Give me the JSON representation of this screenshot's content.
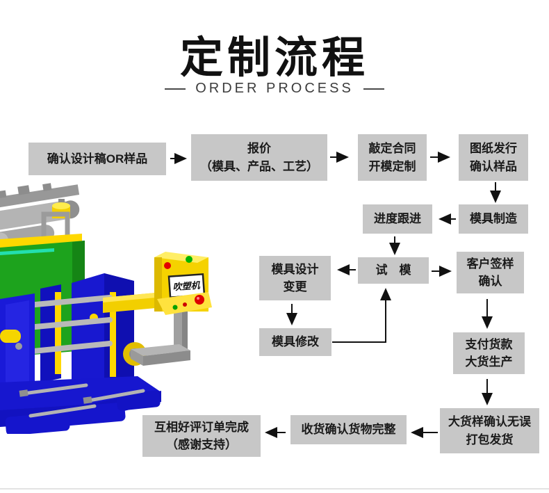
{
  "header": {
    "title": "定制流程",
    "subtitle": "ORDER PROCESS"
  },
  "machine": {
    "name": "blow-molding-machine-illustration",
    "panel_label": "吹塑机",
    "colors": {
      "body_blue": "#1717cf",
      "body_green": "#1da31d",
      "accent_yellow": "#f5d200",
      "metal_gray": "#a6a6a6",
      "panel_screen": "#ffffff",
      "button_red": "#dd0000",
      "button_green": "#00a800"
    }
  },
  "flow": {
    "box_bg": "#c7c7c7",
    "text_color": "#1a1a1a",
    "arrow_color": "#111111",
    "boxes": {
      "confirm_design": {
        "line1": "确认设计稿OR样品"
      },
      "quote": {
        "line1": "报价",
        "line2": "（模具、产品、工艺）"
      },
      "contract": {
        "line1": "敲定合同",
        "line2": "开模定制"
      },
      "drawing": {
        "line1": "图纸发行",
        "line2": "确认样品"
      },
      "progress": {
        "line1": "进度跟进"
      },
      "mold_make": {
        "line1": "模具制造"
      },
      "trial": {
        "line1": "试　模"
      },
      "design_change": {
        "line1": "模具设计",
        "line2": "变更"
      },
      "customer_sign": {
        "line1": "客户签样",
        "line2": "确认"
      },
      "mold_fix": {
        "line1": "模具修改"
      },
      "payment": {
        "line1": "支付货款",
        "line2": "大货生产"
      },
      "bulk": {
        "line1": "大货样确认无误",
        "line2": "打包发货"
      },
      "receive": {
        "line1": "收货确认货物完整"
      },
      "review": {
        "line1": "互相好评订单完成",
        "line2": "（感谢支持）"
      }
    }
  }
}
